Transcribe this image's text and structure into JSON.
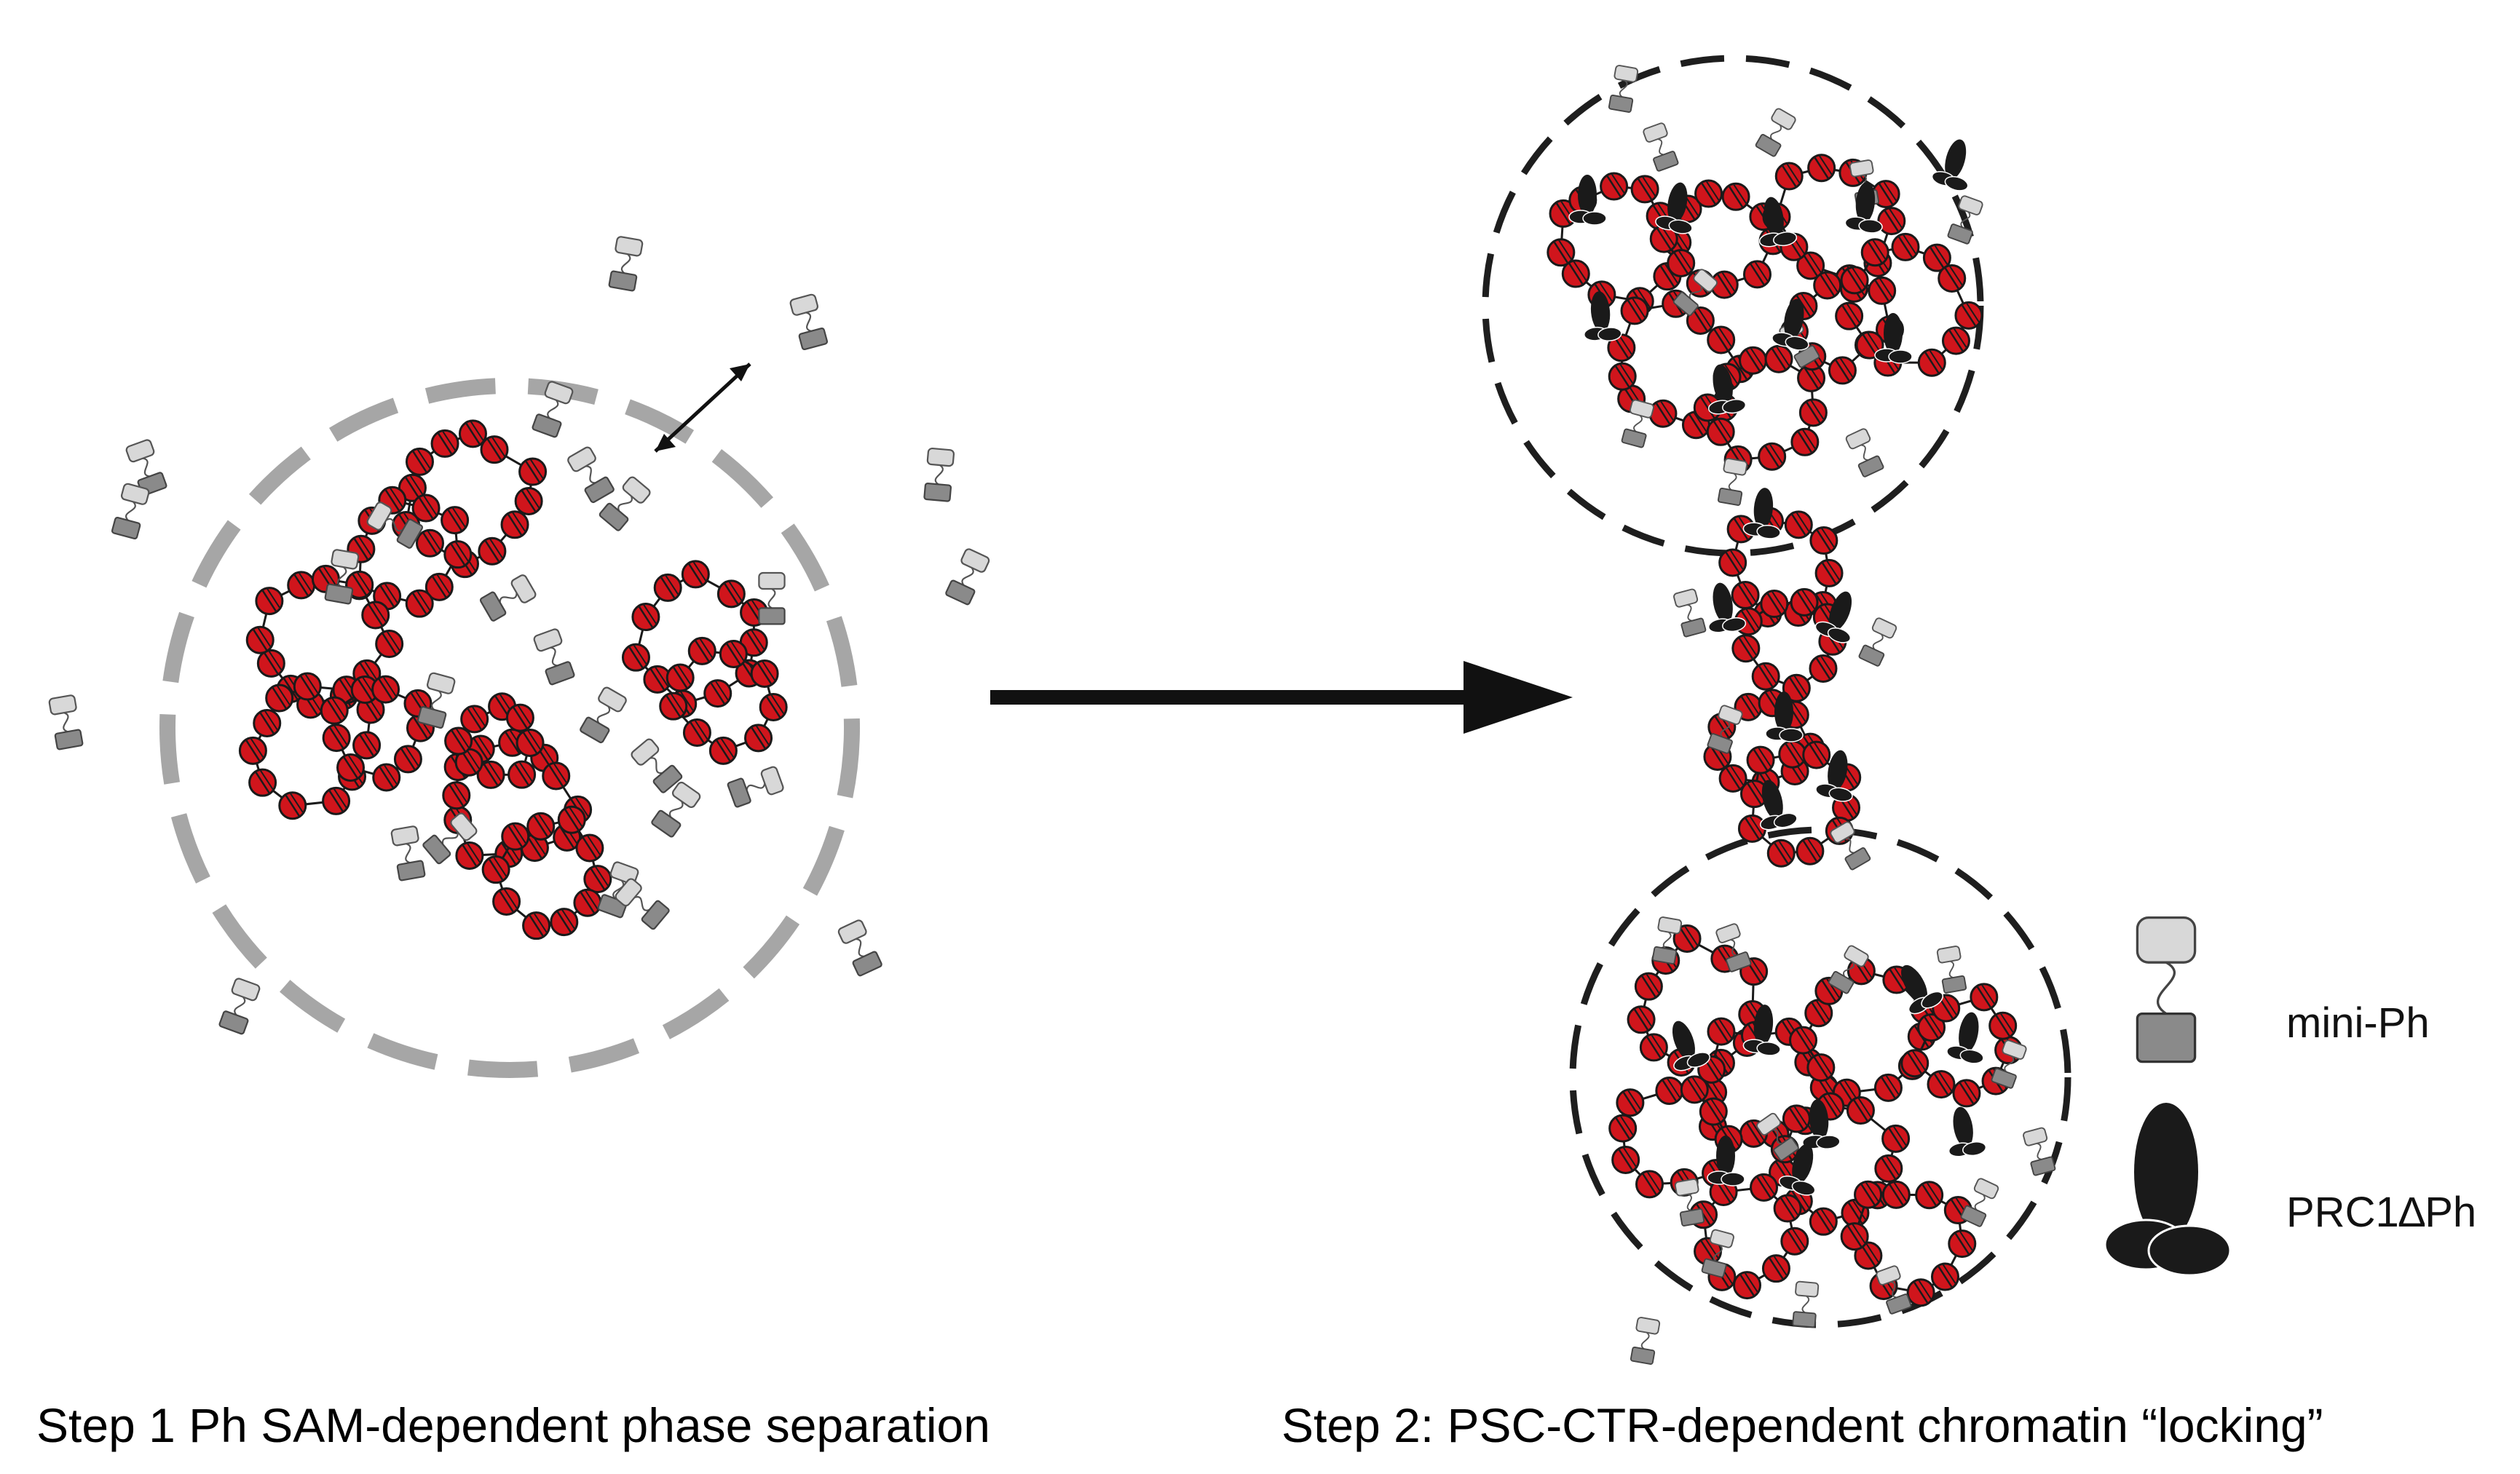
{
  "step1": {
    "caption": "Step 1 Ph SAM-dependent phase separation"
  },
  "step2": {
    "caption": "Step 2: PSC-CTR-dependent chromatin “locking”"
  },
  "legend": {
    "items": [
      {
        "label": "mini-Ph",
        "icon": "mini-ph-icon"
      },
      {
        "label": "PRC1∆Ph",
        "icon": "prc1-delta-ph-icon"
      }
    ]
  },
  "colors": {
    "nucleosome": "#d0151c",
    "droplet_step1": "#a6a6a6",
    "droplet_step2": "#1e1e1e",
    "mini_ph_light": "#d4d4d4",
    "mini_ph_dark": "#8a8a8a",
    "prc1": "#1a1a1a"
  }
}
